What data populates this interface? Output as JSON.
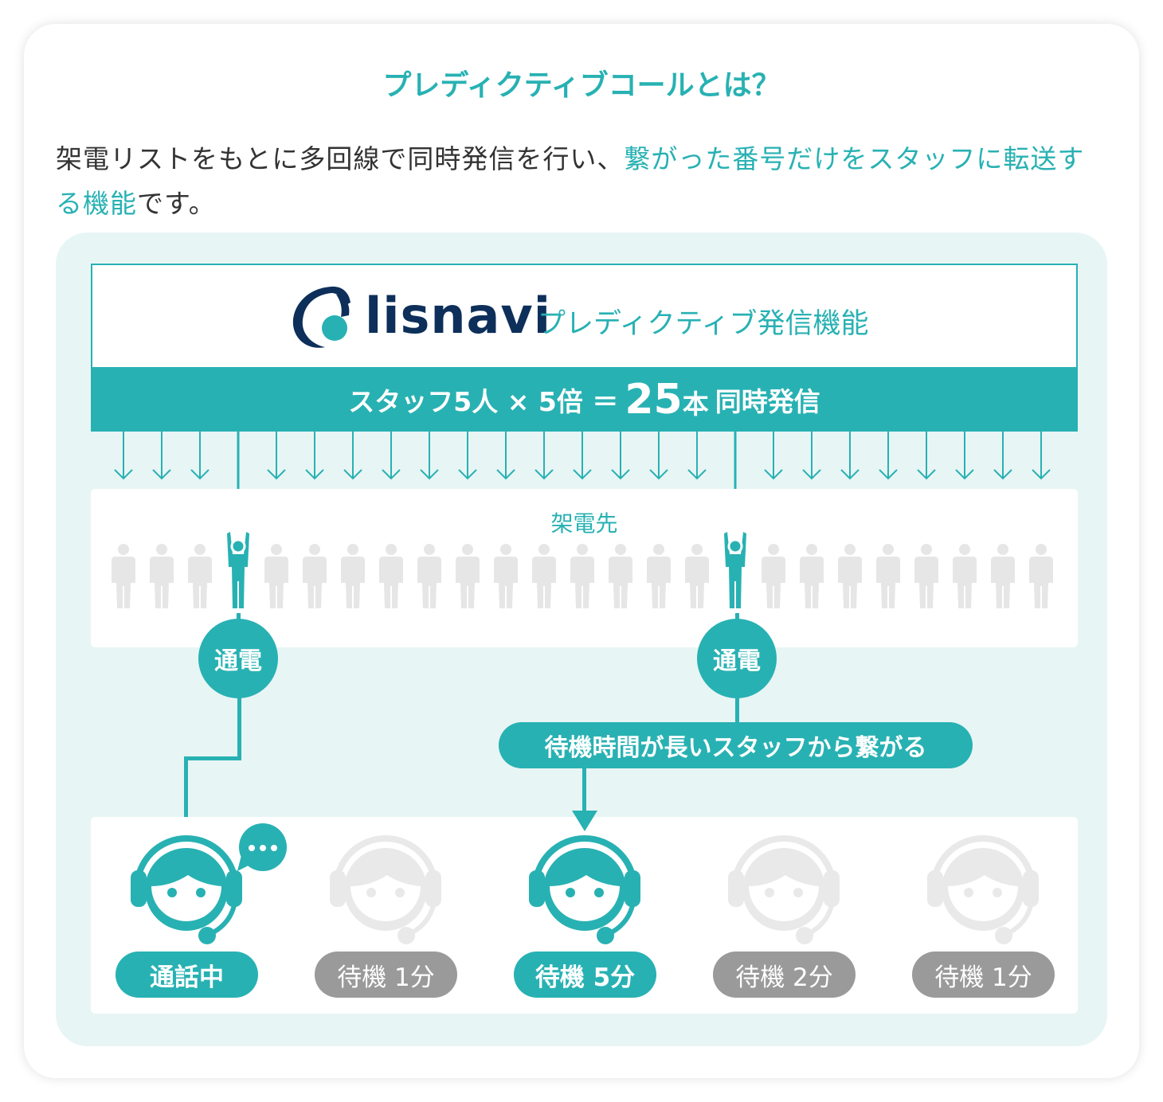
{
  "title": "プレディクティブコールとは？",
  "description": {
    "part1": "架電リストをもとに多回線で同時発信を行い、",
    "highlight": "繋がった番号だけをスタッフに転送する機能",
    "part2": "です。"
  },
  "logo": {
    "brand": "lisnavi",
    "feature": "プレディクティブ発信機能"
  },
  "formula": {
    "prefix": "スタッフ5人 × 5倍 ＝",
    "number": "25",
    "suffix_small": "本",
    "suffix": "同時発信"
  },
  "callees": {
    "label": "架電先",
    "count": 25,
    "connected_indices": [
      3,
      16
    ]
  },
  "connected_badge": "通電",
  "rule": "待機時間が長いスタッフから繋がる",
  "staff": [
    {
      "status": "通話中",
      "active": true,
      "talking": true
    },
    {
      "status": "待機 1分",
      "active": false
    },
    {
      "status": "待機 5分",
      "active": true
    },
    {
      "status": "待機 2分",
      "active": false
    },
    {
      "status": "待機 1分",
      "active": false
    }
  ],
  "colors": {
    "accent": "#28b1b3",
    "navy": "#0d2f5a",
    "inactive": "#e6e6e6",
    "pill_gray": "#9a9a9a",
    "panel": "#e8f5f5"
  }
}
